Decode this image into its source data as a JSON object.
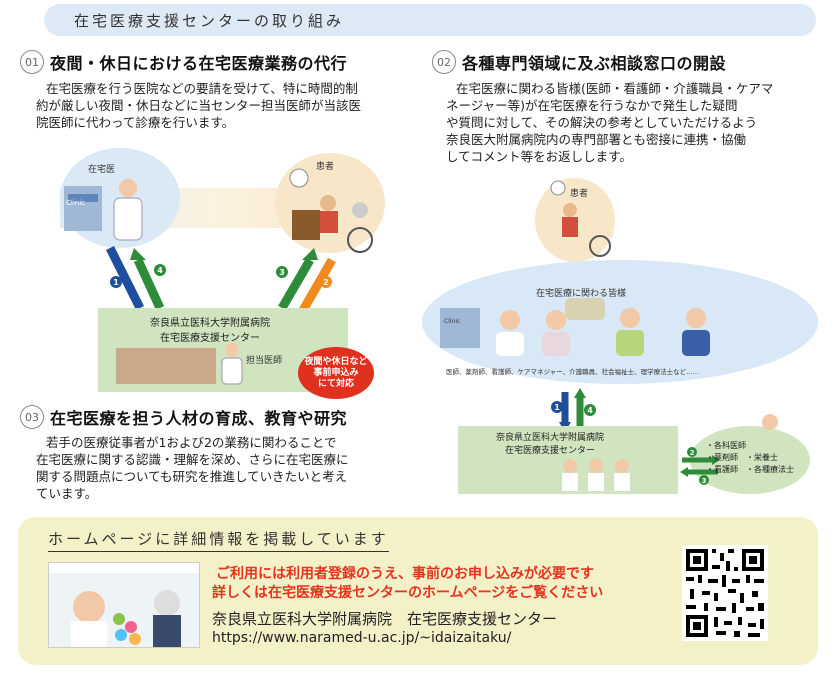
{
  "header": {
    "title": "在宅医療支援センターの取り組み"
  },
  "section1": {
    "num": "01",
    "title": "夜間・休日における在宅医療業務の代行",
    "body_lines": [
      "在宅医療を行う医院などの要請を受けて、特に時間的制",
      "約が厳しい夜間・休日などに当センター担当医師が当該医",
      "院医師に代わって診療を行います。"
    ],
    "label_clinic": "在宅医",
    "label_patient": "患者",
    "clinic_sign": "Clinic",
    "center_lines": [
      "奈良県立医科大学附属病院",
      "在宅医療支援センター"
    ],
    "doctor_label": "担当医師",
    "badge_lines": [
      "夜間や休日など",
      "事前申込み",
      "にて対応"
    ],
    "arrows": [
      "1",
      "4",
      "3",
      "2"
    ]
  },
  "section2": {
    "num": "02",
    "title": "各種専門領域に及ぶ相談窓口の開設",
    "body_lines": [
      "在宅医療に関わる皆様(医師・看護師・介護職員・ケアマ",
      "ネージャー等)が在宅医療を行うなかで発生した疑問",
      "や質問に対して、その解決の参考としていただけるよう",
      "奈良医大附属病院内の専門部署とも密接に連携・協働",
      "してコメント等をお返しします。"
    ],
    "label_patient": "患者",
    "group_label": "在宅医療に関わる皆様",
    "group_sub": "医師、薬剤師、看護師、ケアマネジャー、介護職員、社会福祉士、理学療法士など……",
    "clinic_sign": "Clinic",
    "center_lines": [
      "奈良県立医科大学附属病院",
      "在宅医療支援センター"
    ],
    "specialists": [
      "・各科医師",
      "・薬剤師　・栄養士",
      "・看護師　・各種療法士"
    ],
    "arrows": [
      "1",
      "4",
      "2",
      "3"
    ]
  },
  "section3": {
    "num": "03",
    "title": "在宅医療を担う人材の育成、教育や研究",
    "body_lines": [
      "若手の医療従事者が1および2の業務に関わることで",
      "在宅医療に関する認識・理解を深め、さらに在宅医療に",
      "関する問題点についても研究を推進していきたいと考え",
      "ています。"
    ]
  },
  "footer": {
    "hp_title": "ホームページに詳細情報を掲載しています",
    "red_line1": "ご利用には利用者登録のうえ、事前のお申し込みが必要です",
    "red_line2": "詳しくは在宅医療支援センターのホームページをご覧ください",
    "org": "奈良県立医科大学附属病院　在宅医療支援センター",
    "url": "https://www.naramed-u.ac.jp/~idaizaitaku/"
  },
  "colors": {
    "blue_arrow": "#1f4e9c",
    "green_arrow": "#2e8b3a",
    "orange_arrow": "#f08a1c",
    "red_text": "#e5331e"
  }
}
